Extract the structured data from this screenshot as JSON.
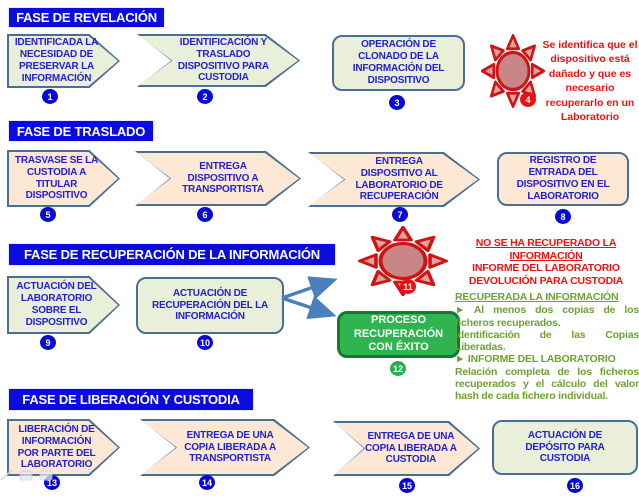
{
  "phases": {
    "p1": {
      "title": "FASE DE REVELACIÓN"
    },
    "p2": {
      "title": "FASE DE TRASLADO"
    },
    "p3": {
      "title": "FASE DE RECUPERACIÓN DE LA INFORMACIÓN"
    },
    "p4": {
      "title": "FASE DE LIBERACIÓN Y CUSTODIA"
    }
  },
  "steps": {
    "s1": {
      "num": "1",
      "text": "IDENTIFICADA LA NECESIDAD DE PRESERVAR LA INFORMACIÓN"
    },
    "s2": {
      "num": "2",
      "text": "IDENTIFICACIÓN Y TRASLADO DISPOSITIVO PARA CUSTODIA"
    },
    "s3": {
      "num": "3",
      "text": "OPERACIÓN DE CLONADO DE LA INFORMACIÓN DEL DISPOSITIVO"
    },
    "s4": {
      "num": "4"
    },
    "s5": {
      "num": "5",
      "text": "TRASVASE SE LA CUSTODIA A TITULAR DISPOSITIVO"
    },
    "s6": {
      "num": "6",
      "text": "ENTREGA DISPOSITIVO A TRANSPORTISTA"
    },
    "s7": {
      "num": "7",
      "text": "ENTREGA DISPOSITIVO AL LABORATORIO DE RECUPERACIÓN"
    },
    "s8": {
      "num": "8",
      "text": "REGISTRO DE ENTRADA DEL DISPOSITIVO EN EL LABORATORIO"
    },
    "s9": {
      "num": "9",
      "text": "ACTUACIÓN DEL LABORATORIO SOBRE EL DISPOSITIVO"
    },
    "s10": {
      "num": "10",
      "text": "ACTUACIÓN DE RECUPERACIÓN DEL LA INFORMACIÓN"
    },
    "s11": {
      "num": "11"
    },
    "s12": {
      "num": "12",
      "text": "PROCESO RECUPERACIÓN CON ÉXITO"
    },
    "s13": {
      "num": "13",
      "text": "LIBERACIÓN DE INFORMACIÓN POR PARTE DEL LABORATORIO"
    },
    "s14": {
      "num": "14",
      "text": "ENTREGA DE UNA COPIA LIBERADA A TRANSPORTISTA"
    },
    "s15": {
      "num": "15",
      "text": "ENTREGA DE UNA COPIA LIBERADA A CUSTODIA"
    },
    "s16": {
      "num": "16",
      "text": "ACTUACIÓN DE DEPÓSITO PARA CUSTODIA"
    }
  },
  "notes": {
    "damaged": {
      "text": "Se identifica que el dispositivo está dañado y que es necesario recuperarlo en un Laboratorio"
    },
    "not_recovered": {
      "heading": "NO SE HA RECUPERADO LA INFORMACIÓN",
      "line2": "INFORME DEL LABORATORIO",
      "line3": "DEVOLUCIÓN PARA CUSTODIA"
    },
    "recovered": {
      "heading": "RECUPERADA LA INFORMACIÓN",
      "p1": "► Al menos dos copias de los ficheros recuperados.",
      "p2": "Identificación de las Copias Liberadas.",
      "p3": "► INFORME DEL LABORATORIO",
      "p4": "Relación completa de los ficheros recuperados y el cálculo del valor hash de cada fichero individual."
    }
  },
  "icons": {
    "starburst": "sun-starburst-icon",
    "bullet_glyph": "►"
  },
  "colors": {
    "header_bg": "#0b0be0",
    "step_text_blue": "#2222cc",
    "green_fill": "#e9efd9",
    "peach_fill": "#fde8d6",
    "shape_border": "#4a6f94",
    "success_green": "#2fb44f",
    "success_border": "#157a31",
    "alert_red": "#e81414",
    "olive_green": "#6ea232",
    "badge_blue": "#0909d6",
    "badge_red": "#ee0f0f",
    "badge_green": "#2fae4e",
    "connector_blue": "#4a80bd"
  }
}
